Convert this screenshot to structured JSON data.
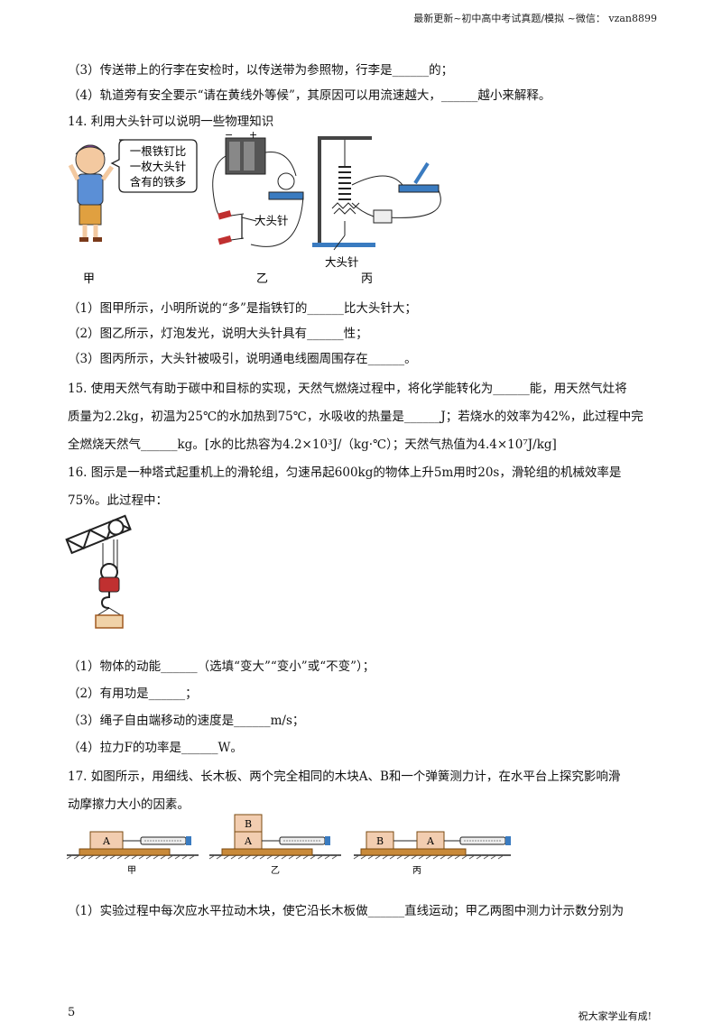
{
  "header": {
    "text": "最新更新~初中高中考试真题/模拟 ~微信： vzan8899"
  },
  "lines": {
    "l1": "（3）传送带上的行李在安检时，以传送带为参照物，行李是______的；",
    "l2": "（4）轨道旁有安全要示“请在黄线外等候”，其原因可以用流速越大，______越小来解释。",
    "q14": "14. 利用大头针可以说明一些物理知识",
    "q14_1": "（1）图甲所示，小明所说的“多”是指铁钉的______比大头针大；",
    "q14_2": "（2）图乙所示，灯泡发光，说明大头针具有______性；",
    "q14_3": "（3）图丙所示，大头针被吸引，说明通电线圈周围存在______。",
    "q15a": "15. 使用天然气有助于碳中和目标的实现，天然气燃烧过程中，将化学能转化为______能，用天然气灶将",
    "q15b": "质量为2.2kg，初温为25℃的水加热到75℃，水吸收的热量是______J；若烧水的效率为42%，此过程中完",
    "q15c": "全燃烧天然气______kg。[水的比热容为4.2×10³J/（kg·℃）；天然气热值为4.4×10⁷J/kg]",
    "q16a": "16. 图示是一种塔式起重机上的滑轮组，匀速吊起600kg的物体上升5m用时20s，滑轮组的机械效率是",
    "q16b": "75%。此过程中：",
    "q16_1": "（1）物体的动能______（选填“变大”“变小”或“不变”）；",
    "q16_2": "（2）有用功是______；",
    "q16_3": "（3）绳子自由端移动的速度是______m/s；",
    "q16_4": "（4）拉力F的功率是______W。",
    "q17a": "17. 如图所示，用细线、长木板、两个完全相同的木块A、B和一个弹簧测力计，在水平台上探究影响滑",
    "q17b": "动摩擦力大小的因素。",
    "q17_1": "（1）实验过程中每次应水平拉动木块，使它沿长木板做______直线运动；甲乙两图中测力计示数分别为"
  },
  "fig14": {
    "speech": [
      "一根铁钉比",
      "一枚大头针",
      "含有的铁多"
    ],
    "label_pin_b": "大头针",
    "label_pin_c": "大头针",
    "cap_a": "甲",
    "cap_b": "乙",
    "cap_c": "丙",
    "plus": "+",
    "minus": "−"
  },
  "fig17": {
    "block_a": "A",
    "block_b": "B",
    "cap_a": "甲",
    "cap_b": "乙",
    "cap_c": "丙"
  },
  "page_number": "5",
  "footer": "祝大家学业有成!"
}
